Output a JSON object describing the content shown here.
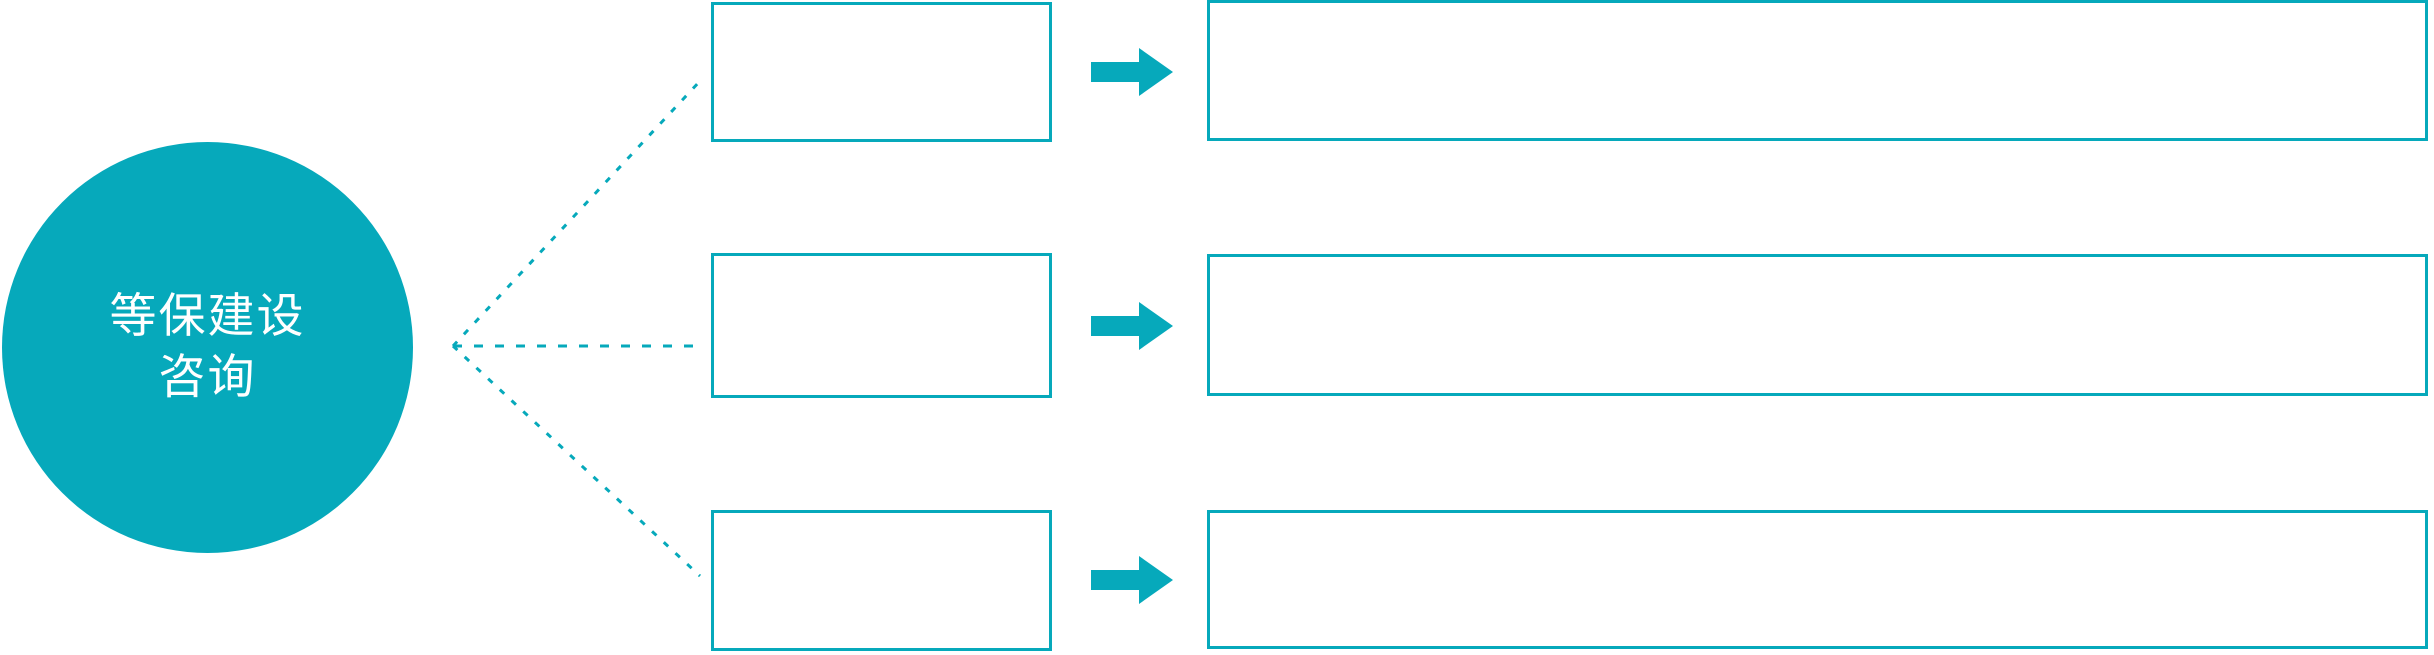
{
  "palette": {
    "teal": "#06a9bb",
    "white": "#ffffff",
    "text": "#2b2b2b"
  },
  "hub": {
    "label_line1": "等保建设",
    "label_line2": "咨询",
    "shape": "circle"
  },
  "connector": {
    "style": "dotted",
    "branch_count": 3
  },
  "rows": [
    {
      "category": "",
      "description": "",
      "arrow_icon": "right-arrow-icon"
    },
    {
      "category": "",
      "description": "",
      "arrow_icon": "right-arrow-icon"
    },
    {
      "category": "",
      "description": "",
      "arrow_icon": "right-arrow-icon"
    }
  ]
}
